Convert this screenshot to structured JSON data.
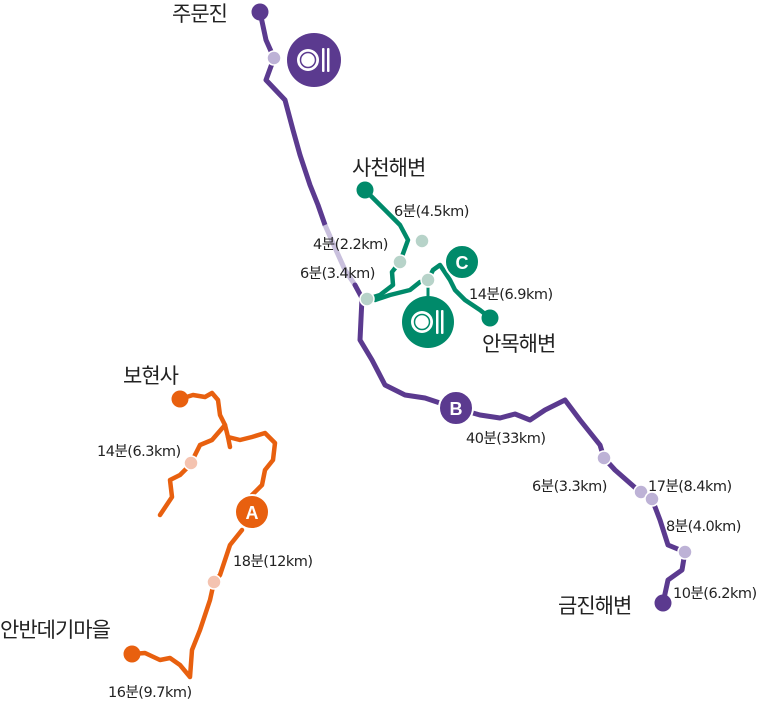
{
  "colors": {
    "purple": "#5b3a8f",
    "purple_light": "#c9c0dd",
    "purple_dot": "#bdb2d6",
    "green": "#008a6a",
    "green_dot": "#b7d3c9",
    "orange": "#e8600f",
    "orange_dot": "#f4c3b0"
  },
  "places": {
    "jumunjin": "주문진",
    "sacheon": "사천해변",
    "anmok": "안목해변",
    "geumjin": "금진해변",
    "bohyeonsa": "보현사",
    "anbandegi": "안반데기마을"
  },
  "badges": {
    "a": "A",
    "b": "B",
    "c": "C"
  },
  "distances": {
    "d1": "6분(4.5km)",
    "d2": "4분(2.2km)",
    "d3": "6분(3.4km)",
    "d4": "14분(6.9km)",
    "d5": "40분(33km)",
    "d6": "6분(3.3km)",
    "d7": "17분(8.4km)",
    "d8": "8분(4.0km)",
    "d9": "10분(6.2km)",
    "d10": "14분(6.3km)",
    "d11": "18분(12km)",
    "d12": "16분(9.7km)"
  },
  "icons": {
    "restaurant": "plate-fork-knife-icon"
  }
}
